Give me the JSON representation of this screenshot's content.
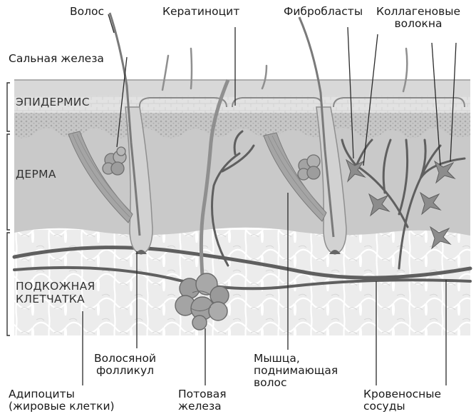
{
  "diagram": {
    "labels": {
      "hair": "Волос",
      "keratinocyte": "Кератиноцит",
      "fibroblasts": "Фибробласты",
      "collagen_line1": "Коллагеновые",
      "collagen_line2": "волокна",
      "sebaceous_gland": "Сальная железа",
      "hair_follicle_line1": "Волосяной",
      "hair_follicle_line2": "фолликул",
      "arrector_line1": "Мышца,",
      "arrector_line2": "поднимающая",
      "arrector_line3": "волос",
      "adipocytes_line1": "Адипоциты",
      "adipocytes_line2": "(жировые клетки)",
      "sweat_gland_line1": "Потовая",
      "sweat_gland_line2": "железа",
      "blood_vessels_line1": "Кровеносные",
      "blood_vessels_line2": "сосуды"
    },
    "layers": {
      "epidermis": "ЭПИДЕРМИС",
      "dermis": "ДЕРМА",
      "subcutis_line1": "ПОДКОЖНАЯ",
      "subcutis_line2": "КЛЕТЧАТКА"
    },
    "colors": {
      "background": "#ffffff",
      "subcutis": "#ececec",
      "dermis": "#c9c9c9",
      "epidermis": "#e3e3e3",
      "stratum_corneum": "#d8d8d8",
      "basal_layer": "#bdbdbd",
      "structures": "#8f8f8f",
      "vessels": "#5f5f5f",
      "leader_lines": "#2a2a2a"
    }
  }
}
